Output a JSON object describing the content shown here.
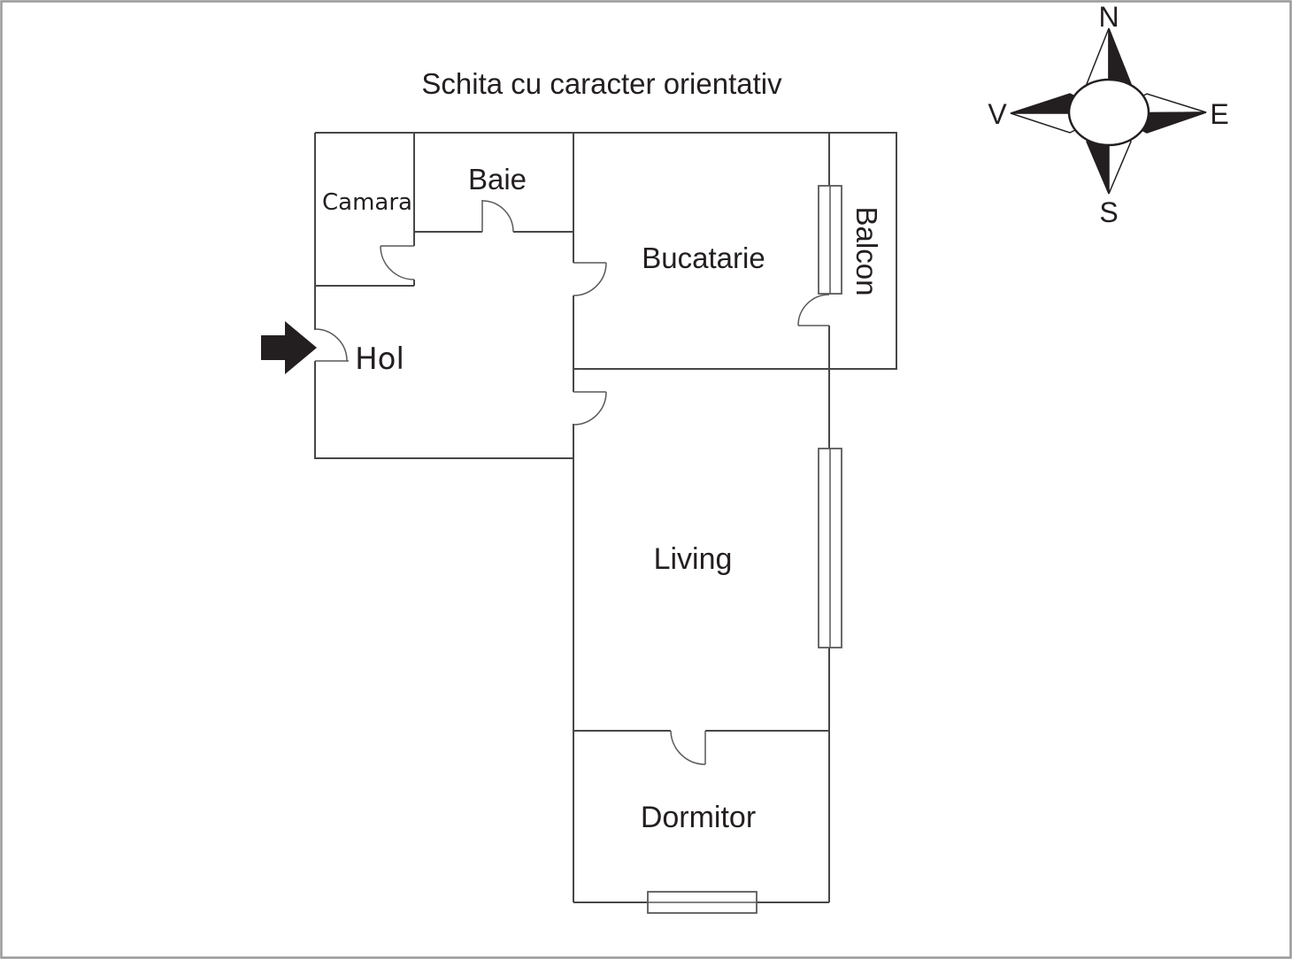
{
  "title": "Schita cu caracter orientativ",
  "rooms": {
    "camara": "Camara",
    "baie": "Baie",
    "bucatarie": "Bucatarie",
    "balcon": "Balcon",
    "hol": "Hol",
    "living": "Living",
    "dormitor": "Dormitor"
  },
  "compass": {
    "north": "N",
    "east": "E",
    "south": "S",
    "west": "V"
  },
  "colors": {
    "background": "#ffffff",
    "wall": "#47474a",
    "door": "#58595b",
    "text": "#231f20",
    "arrow": "#231f20",
    "border": "#999999"
  }
}
